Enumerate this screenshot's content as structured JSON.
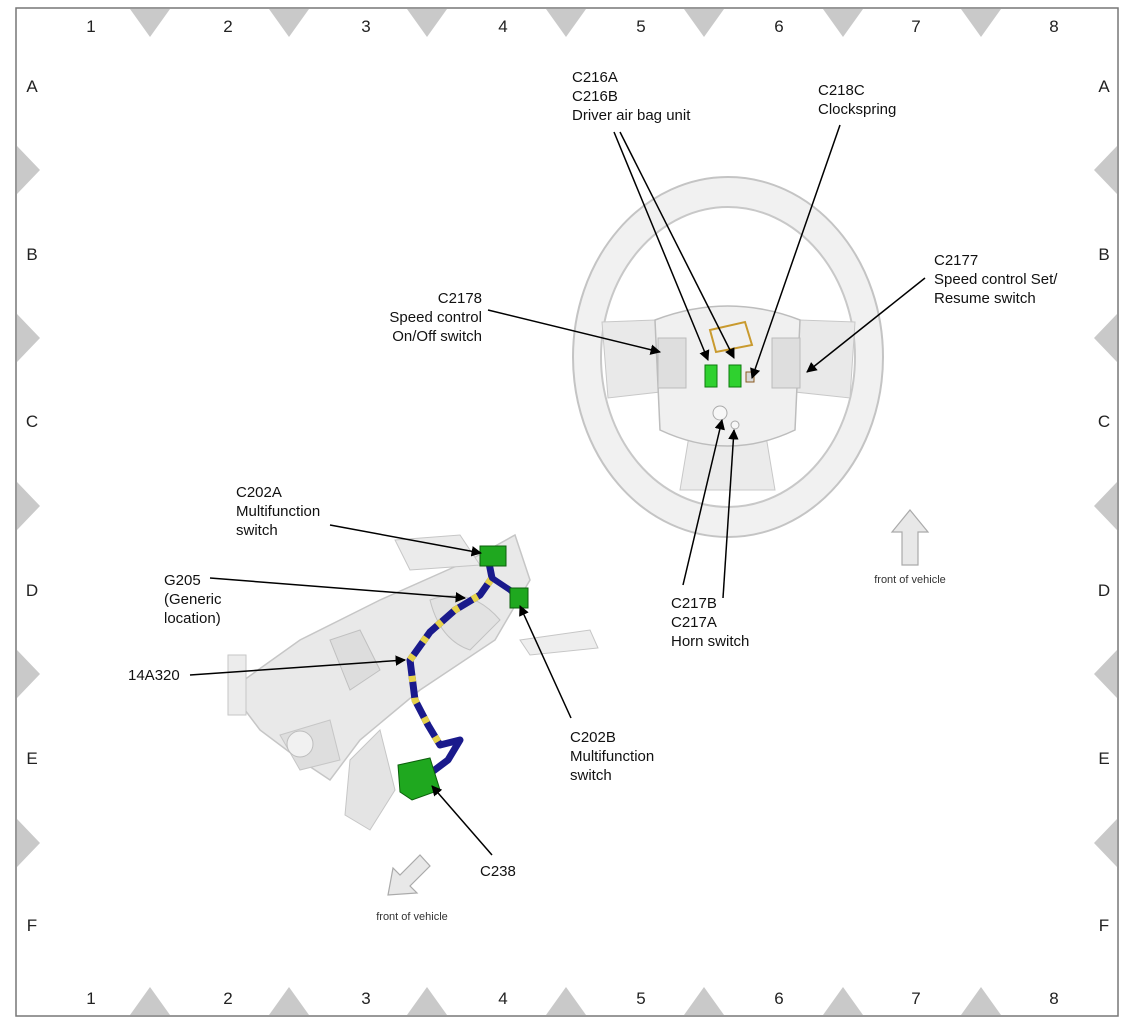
{
  "grid": {
    "columns": [
      "1",
      "2",
      "3",
      "4",
      "5",
      "6",
      "7",
      "8"
    ],
    "rows": [
      "A",
      "B",
      "C",
      "D",
      "E",
      "F"
    ]
  },
  "callouts": {
    "c216": [
      "C216A",
      "C216B",
      "Driver air bag unit"
    ],
    "c218c": [
      "C218C",
      "Clockspring"
    ],
    "c2177": [
      "C2177",
      "Speed control Set/",
      "Resume switch"
    ],
    "c2178": [
      "C2178",
      "Speed control",
      "On/Off switch"
    ],
    "c217": [
      "C217B",
      "C217A",
      "Horn switch"
    ],
    "c202a": [
      "C202A",
      "Multifunction",
      "switch"
    ],
    "g205": [
      "G205",
      "(Generic",
      "location)"
    ],
    "harness": [
      "14A320"
    ],
    "c202b": [
      "C202B",
      "Multifunction",
      "switch"
    ],
    "c238": [
      "C238"
    ]
  },
  "orientation": {
    "front_upper": "front of vehicle",
    "front_lower": "front of vehicle"
  },
  "colors": {
    "connector": "#1ea81e",
    "harness": "#1a1a8c",
    "harness_tape": "#e6d24a",
    "component": "#e4e4e4"
  }
}
